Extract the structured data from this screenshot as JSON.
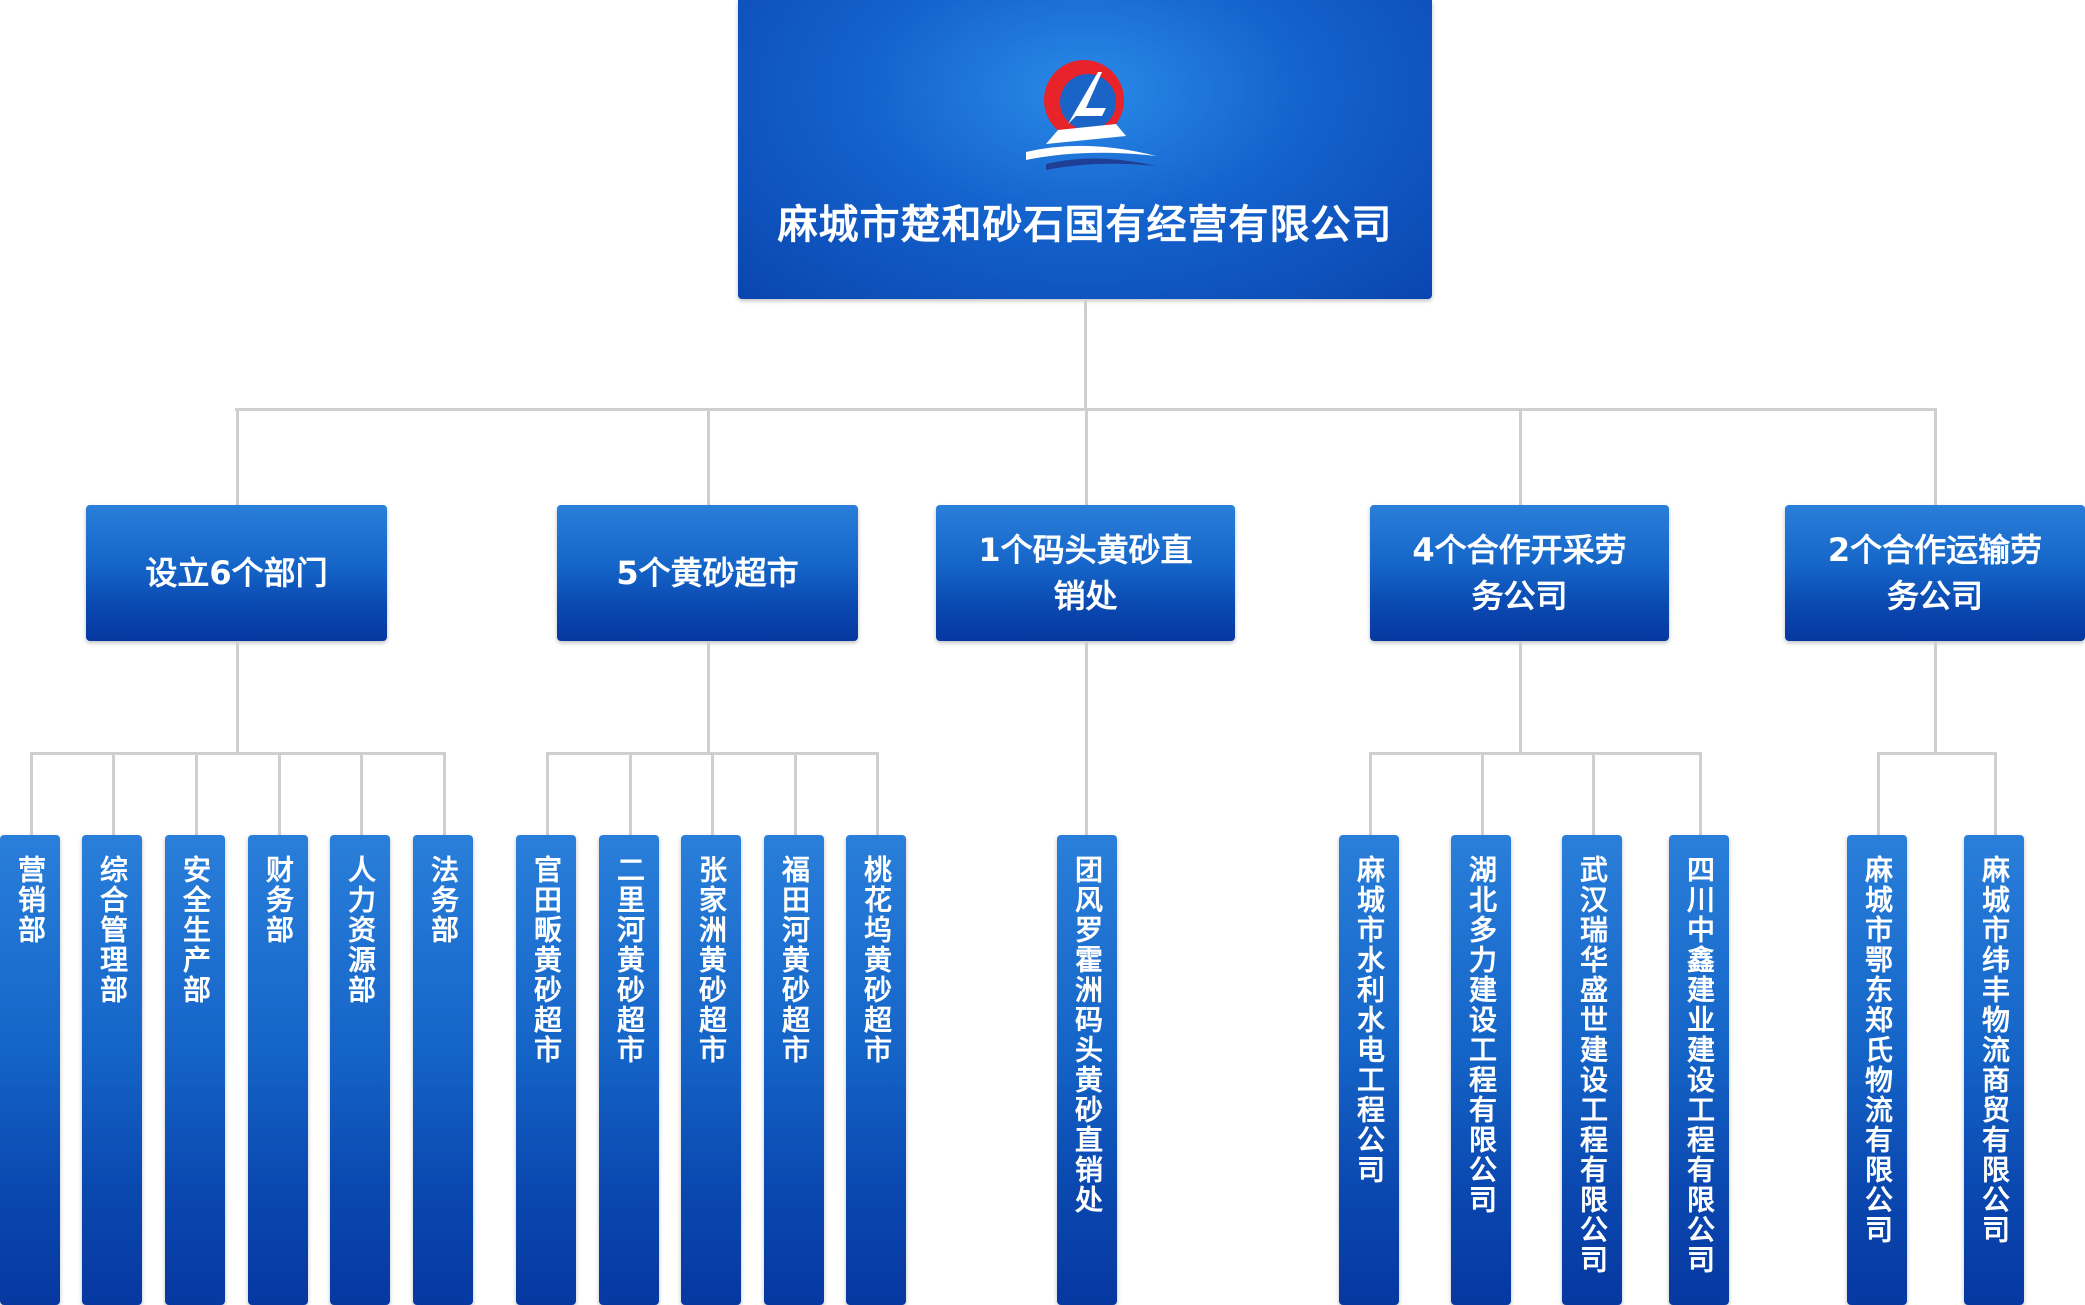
{
  "root": {
    "title": "麻城市楚和砂石国有经营有限公司",
    "logo": "company-logo-ship"
  },
  "branches": [
    {
      "label": "设立6个部门",
      "children": [
        "营销部",
        "综合管理部",
        "安全生产部",
        "财务部",
        "人力资源部",
        "法务部"
      ]
    },
    {
      "label": "5个黄砂超市",
      "children": [
        "官田畈黄砂超市",
        "二里河黄砂超市",
        "张家洲黄砂超市",
        "福田河黄砂超市",
        "桃花坞黄砂超市"
      ]
    },
    {
      "label": "1个码头黄砂直销处",
      "children": [
        "团风罗霍洲码头黄砂直销处"
      ]
    },
    {
      "label": "4个合作开采劳务公司",
      "children": [
        "麻城市水利水电工程公司",
        "湖北多力建设工程有限公司",
        "武汉瑞华盛世建设工程有限公司",
        "四川中鑫建业建设工程有限公司"
      ]
    },
    {
      "label": "2个合作运输劳务公司",
      "children": [
        "麻城市鄂东郑氏物流有限公司",
        "麻城市纬丰物流商贸有限公司"
      ]
    }
  ]
}
